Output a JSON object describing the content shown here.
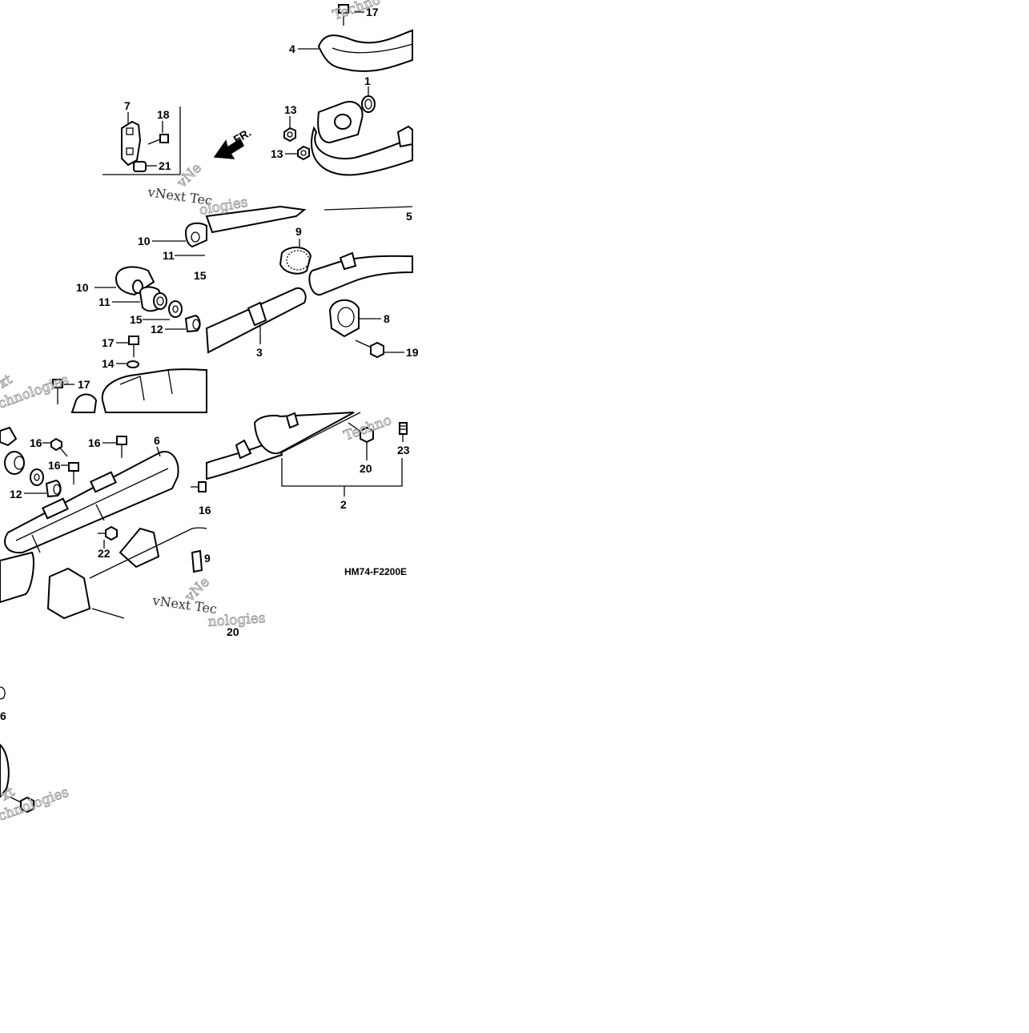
{
  "diagram_code": "HM74-F2200E",
  "front_arrow_label": "FR.",
  "watermark": {
    "techno": "Techno",
    "vnext_tec": "vNext Tec",
    "ologies": "ologies",
    "chnologies": "chnologies",
    "vne": "vNe",
    "xt": "xt",
    "nologies": "nologies"
  },
  "callouts": {
    "c17_top": "17",
    "c4": "4",
    "c1": "1",
    "c13_a": "13",
    "c13_b": "13",
    "c7": "7",
    "c18": "18",
    "c21": "21",
    "c10_a": "10",
    "c11_a": "11",
    "c15_a": "15",
    "c5": "5",
    "c9_a": "9",
    "c10_b": "10",
    "c11_b": "11",
    "c15_b": "15",
    "c12_a": "12",
    "c17_b": "17",
    "c14": "14",
    "c17_c": "17",
    "c3": "3",
    "c8": "8",
    "c19": "19",
    "c16_a": "16",
    "c16_b": "16",
    "c16_c": "16",
    "c6": "6",
    "c12_b": "12",
    "c22": "22",
    "c16_d": "16",
    "c9_b": "9",
    "c20_a": "20",
    "c23": "23",
    "c2": "2",
    "c20_b": "20",
    "c6_b": "6"
  }
}
